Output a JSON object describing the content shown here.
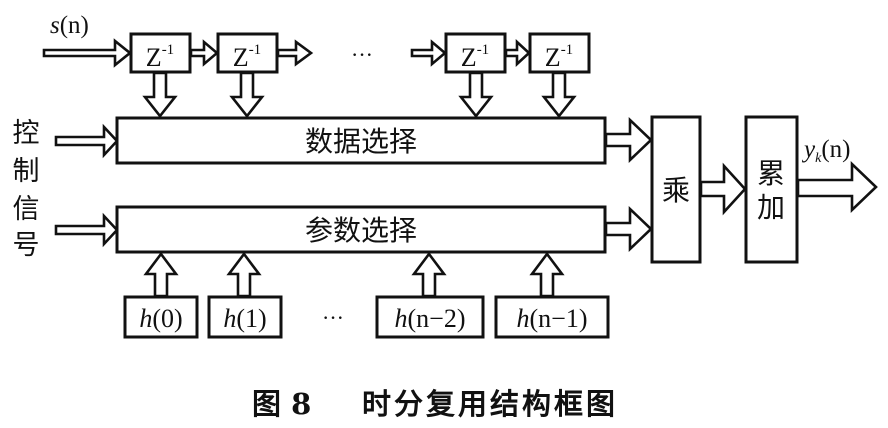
{
  "diagram": {
    "input_signal": {
      "label_var": "s",
      "label_arg": "(n)"
    },
    "delay_units": [
      {
        "label": "Z",
        "exponent": "-1"
      },
      {
        "label": "Z",
        "exponent": "-1"
      },
      {
        "label": "Z",
        "exponent": "-1"
      },
      {
        "label": "Z",
        "exponent": "-1"
      }
    ],
    "delay_ellipsis": "···",
    "control_signal_label": [
      "控",
      "制",
      "信",
      "号"
    ],
    "data_select_label": "数据选择",
    "param_select_label": "参数选择",
    "multiplier_label": "乘",
    "accumulator_label": [
      "累",
      "加"
    ],
    "output_signal": {
      "label_var": "y",
      "label_sub": "k",
      "label_arg": "(n)"
    },
    "coefficients": [
      {
        "fn": "h",
        "arg": "(0)"
      },
      {
        "fn": "h",
        "arg": "(1)"
      },
      {
        "fn": "h",
        "arg": "(n−2)"
      },
      {
        "fn": "h",
        "arg": "(n−1)"
      }
    ],
    "coeff_ellipsis": "···",
    "caption": {
      "figure": "图 8",
      "title": "时分复用结构框图"
    }
  }
}
